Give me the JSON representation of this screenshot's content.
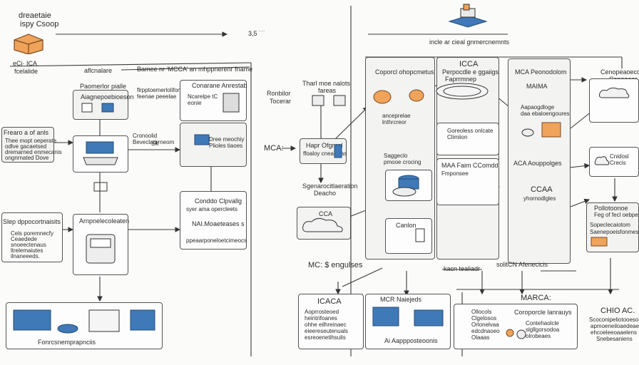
{
  "top": {
    "corner_line1": "dreaetaie",
    "corner_line2": "ispy Csoop",
    "mid_label": "3,5 ˙˙˙",
    "right_caption": "incle ar cieal gnmercnemnts"
  },
  "col1": {
    "header_l": "eCi· ICA",
    "header_r": "fcelalide",
    "group_a": "Frearo a of anls",
    "group_a_text": [
      "Thee mopt oeperate",
      "odlve gacaetsed",
      "dremarned enmecanis",
      "ongnrnated Dove"
    ],
    "group_b": "Slep dppocortnaisits",
    "group_b_text": [
      "Cels poremnecfy",
      "Ceaedede",
      "snoeectenaus",
      "ltrelemaiutes",
      "ilnaneeeds."
    ]
  },
  "col2": {
    "header": "aflcnalare",
    "box1_title": "Paomerlor pialle",
    "box1_sub": "Aiagnepoebioeson",
    "box2_title": "Arnpnelecoleaten",
    "mid_label": "Sk",
    "bottom_caption": "Fonrcsnemprapnciis"
  },
  "col3": {
    "header": "Bamee nr ‘MCCA’ an mhppnerenr fname",
    "sub": "flrpptoemerlolifon\nfeenae peeelae",
    "box1_title": "Conarane Anrestab",
    "box1_text": "Ncarelpe tC\neonie",
    "box1_note": "Cronoolid\nBeveclarirrneom",
    "box2_text": "Dree meochiy\nPlioles tiaoes",
    "box3_title": "Conddo Clpvallg",
    "box3_text": "syer ama opercleets",
    "box3_note": "NAI.Moaeteases s",
    "box3_note2": "ppeaarponeloetcimeocs"
  },
  "col4": {
    "label_a": "Ronbilor",
    "label_b": "Tocerar",
    "label_c": "MCA:",
    "box1_title": "Tharl moe nalots",
    "box1_sub": "fareas",
    "box2_title": "Hapr Ofgnrel",
    "box2_sub": "ffoaloy cneaciitas",
    "box3_title": "Sgenarocitlaeration",
    "box3_sub": "Deacho",
    "box3_icon": "CCA",
    "bottom_label": "MC:  $ engulses",
    "bottom_box_title": "ICACA",
    "bottom_box_text": [
      "Aoprrosteoed",
      "heintrifoanes",
      "ohhe eilhreinaec",
      "eieereseutenuals",
      "esreoenetihsulis"
    ]
  },
  "col5": {
    "header": "ICCA",
    "box1_title": "Coporcl ohopcmetus",
    "box1_title2": "Perpocdle e ggaiigs",
    "box1_sub": "Faprrmnep",
    "box2_title": "anceprelae\nlnthrcreor",
    "box3_title": "Saggeclo\npmooe crocing",
    "box4_title": "Canlon",
    "box5_title": "Goreoless onlcate\nClimiion",
    "box6_title": "MAA Faim CComdd",
    "box6_sub": "Fmponsee",
    "bottom_label": "kacn tealiadr",
    "bottom_box_title": "MCR Naiejeds",
    "bottom_box_caption": "Ai Aappposteoonis"
  },
  "col6": {
    "box1_title": "MCA Peonodolom",
    "box1_sub": "MAIMA",
    "box1_sub2": "Aapaogdloge\ndaa ebaloengoures",
    "box2_title": "ACA  Aouppolges",
    "box2_sub": "CCAA",
    "box2_sub2": "yhornodlgles",
    "bottom_label": "solitCN Afenecicis",
    "bottom_box_title": "MARCA:",
    "bottom_box_l": "Ollocols\nClgelosos\nOrlonelvaa\nedcdnaoeo\nOlaaas",
    "bottom_box_m": "Coroporcle lanrauys",
    "bottom_box_m2": "Contehaolcle\nslgllgorsodoa\nolrobeaes"
  },
  "col7": {
    "box1_title": "Cenopeaoeccie",
    "box1_sub": "Cenoooer",
    "box2_title": "Cnidosl\nCrecis",
    "box3_title": "Pollotoonoe",
    "box3_sub": "Feg of fecl oebpe",
    "box3_sub2": "Sopeclecaiotom",
    "box3_sub3": "Saenepoeisfonmes",
    "bottom_title": "CHIO AC.",
    "bottom_text": [
      "Scoconipeliotooesoca",
      "apmoeneiloaedeaes",
      "ehcoeleeoaaelens",
      "Snebesaniens"
    ]
  }
}
